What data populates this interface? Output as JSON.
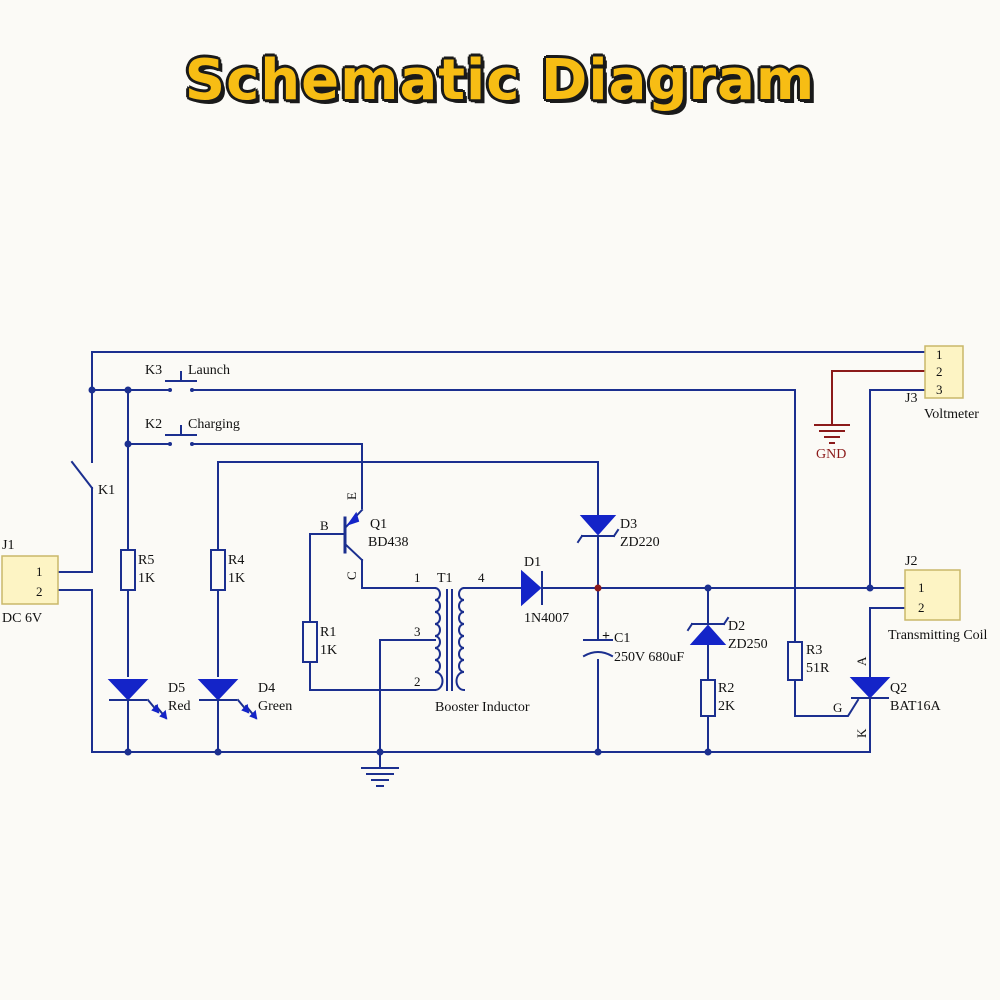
{
  "title": "Schematic Diagram",
  "labels": {
    "j1": "J1",
    "j1_p1": "1",
    "j1_p2": "2",
    "j1_value": "DC 6V",
    "k1": "K1",
    "k3": "K3",
    "k3_name": "Launch",
    "k2": "K2",
    "k2_name": "Charging",
    "r5": "R5",
    "r5_value": "1K",
    "r4": "R4",
    "r4_value": "1K",
    "d5": "D5",
    "d5_name": "Red",
    "d4": "D4",
    "d4_name": "Green",
    "q1": "Q1",
    "q1_value": "BD438",
    "q1_b": "B",
    "q1_e": "E",
    "q1_c": "C",
    "r1": "R1",
    "r1_value": "1K",
    "t1": "T1",
    "t1_p1": "1",
    "t1_p2": "2",
    "t1_p3": "3",
    "t1_p4": "4",
    "t1_name": "Booster Inductor",
    "d1": "D1",
    "d1_value": "1N4007",
    "d3": "D3",
    "d3_value": "ZD220",
    "c1": "C1",
    "c1_value": "250V 680uF",
    "c1_plus": "+",
    "d2": "D2",
    "d2_value": "ZD250",
    "r2": "R2",
    "r2_value": "2K",
    "r3": "R3",
    "r3_value": "51R",
    "q2": "Q2",
    "q2_value": "BAT16A",
    "q2_a": "A",
    "q2_g": "G",
    "q2_k": "K",
    "j2": "J2",
    "j2_p1": "1",
    "j2_p2": "2",
    "j2_name": "Transmitting Coil",
    "j3": "J3",
    "j3_p1": "1",
    "j3_p2": "2",
    "j3_p3": "3",
    "j3_name": "Voltmeter",
    "gnd": "GND"
  }
}
